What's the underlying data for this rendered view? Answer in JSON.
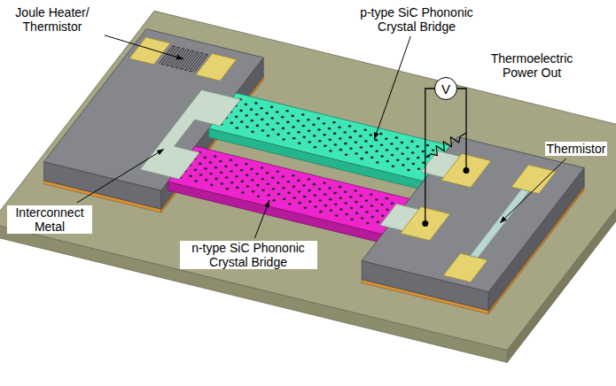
{
  "diagram": {
    "nodes": [
      {
        "text": [
          "V"
        ]
      }
    ],
    "labels": [
      "Joule Heater/ Thermistor",
      "p-type SiC Phononic Crystal Bridge",
      "Thermoelectric Power Out",
      "Interconnect Metal",
      "n-type SiC Phononic Crystal Bridge",
      "Thermistor"
    ]
  }
}
